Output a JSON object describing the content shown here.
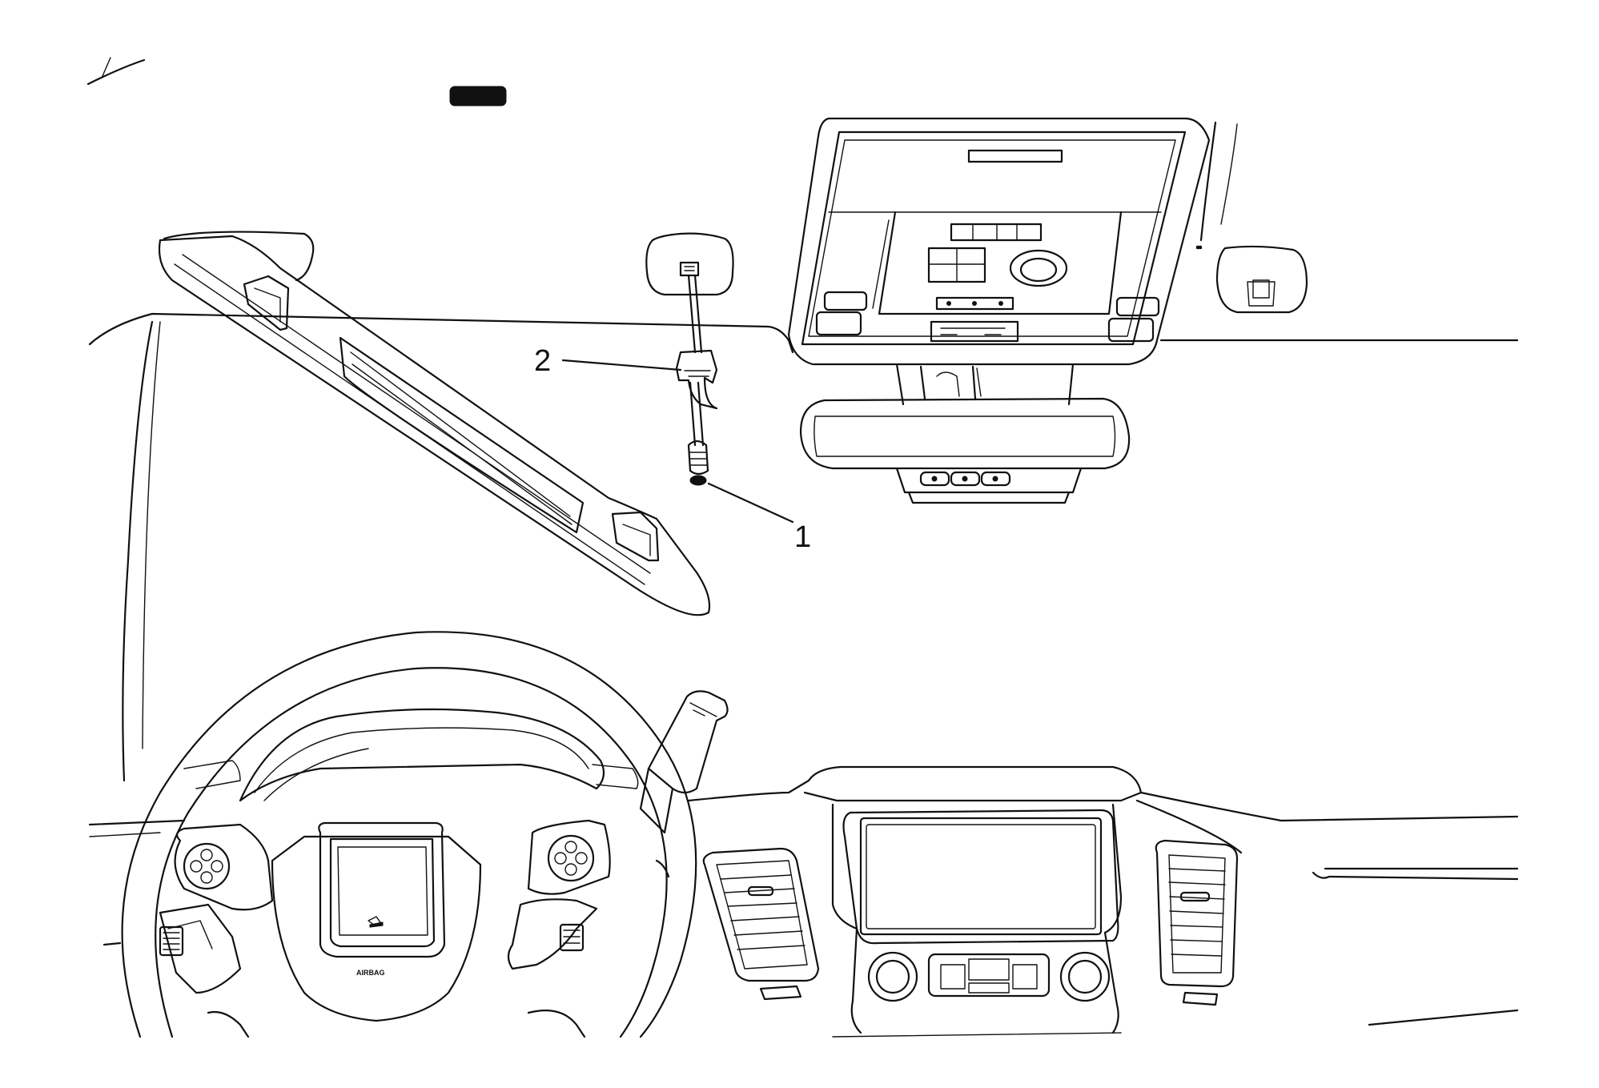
{
  "callouts": [
    {
      "id": "1",
      "label": "1"
    },
    {
      "id": "2",
      "label": "2"
    }
  ],
  "airbag_label": "AIRBAG",
  "colors": {
    "line": "#111111",
    "background": "#ffffff"
  }
}
